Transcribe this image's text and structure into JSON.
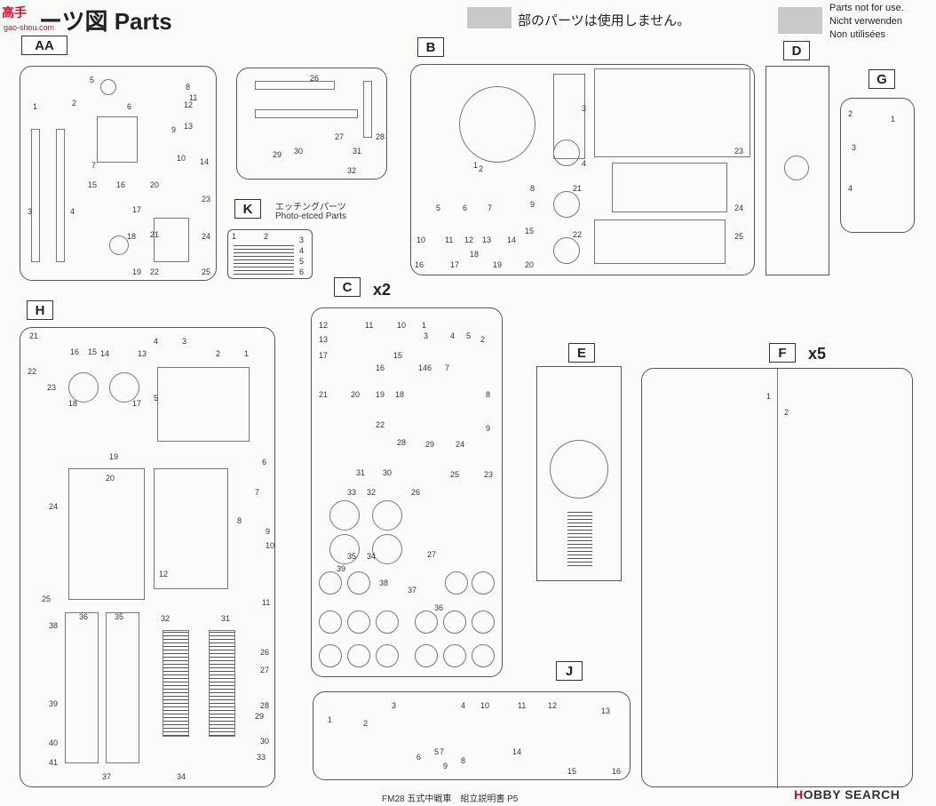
{
  "header": {
    "watermark": "高手",
    "watermark_url": "gao-shou.com",
    "title": "ーツ図 Parts",
    "not_used_note": "部のパーツは使用しません。",
    "not_used_en": "Parts not for use.",
    "not_used_de": "Nicht verwenden",
    "not_used_fr": "Non utilisées"
  },
  "sprues": {
    "AA": {
      "label": "AA",
      "parts": [
        "1",
        "2",
        "3",
        "4",
        "5",
        "6",
        "7",
        "8",
        "9",
        "10",
        "11",
        "12",
        "13",
        "14",
        "15",
        "16",
        "17",
        "18",
        "19",
        "20",
        "21",
        "22",
        "23",
        "24",
        "25",
        "26",
        "27",
        "28",
        "29",
        "30",
        "31",
        "32"
      ]
    },
    "B": {
      "label": "B",
      "parts": [
        "1",
        "2",
        "3",
        "4",
        "5",
        "6",
        "7",
        "8",
        "9",
        "10",
        "11",
        "12",
        "13",
        "14",
        "15",
        "16",
        "17",
        "18",
        "19",
        "20",
        "21",
        "22",
        "23",
        "24",
        "25"
      ]
    },
    "D": {
      "label": "D"
    },
    "G": {
      "label": "G",
      "parts": [
        "1",
        "2",
        "3",
        "4"
      ]
    },
    "K": {
      "label": "K",
      "caption_jp": "エッチングパーツ",
      "caption_en": "Photo-etced Parts",
      "parts": [
        "1",
        "2",
        "3",
        "4",
        "5",
        "6"
      ]
    },
    "C": {
      "label": "C",
      "multiplier": "x2",
      "parts": [
        "1",
        "2",
        "3",
        "4",
        "5",
        "6",
        "7",
        "8",
        "9",
        "10",
        "11",
        "12",
        "13",
        "14",
        "15",
        "16",
        "17",
        "18",
        "19",
        "20",
        "21",
        "22",
        "23",
        "24",
        "25",
        "26",
        "27",
        "28",
        "29",
        "30",
        "31",
        "32",
        "33",
        "34",
        "35",
        "36",
        "37",
        "38",
        "39"
      ]
    },
    "H": {
      "label": "H",
      "parts": [
        "1",
        "2",
        "3",
        "4",
        "5",
        "6",
        "7",
        "8",
        "9",
        "10",
        "11",
        "12",
        "13",
        "14",
        "15",
        "16",
        "17",
        "18",
        "19",
        "20",
        "21",
        "22",
        "23",
        "24",
        "25",
        "26",
        "27",
        "28",
        "29",
        "30",
        "31",
        "32",
        "33",
        "34",
        "35",
        "36",
        "37",
        "38",
        "39",
        "40",
        "41"
      ]
    },
    "E": {
      "label": "E"
    },
    "F": {
      "label": "F",
      "multiplier": "x5",
      "parts": [
        "1",
        "2"
      ]
    },
    "J": {
      "label": "J",
      "parts": [
        "1",
        "2",
        "3",
        "4",
        "5",
        "6",
        "7",
        "8",
        "9",
        "10",
        "11",
        "12",
        "13",
        "14",
        "15",
        "16"
      ]
    }
  },
  "footer": {
    "caption": "FM28 五式中戦車　組立説明書 P5",
    "brand_prefix": "H",
    "brand": "OBBY SEARCH"
  },
  "colors": {
    "accent": "#c8102e",
    "not_used_gray": "#c9c9c9",
    "line": "#555555"
  }
}
